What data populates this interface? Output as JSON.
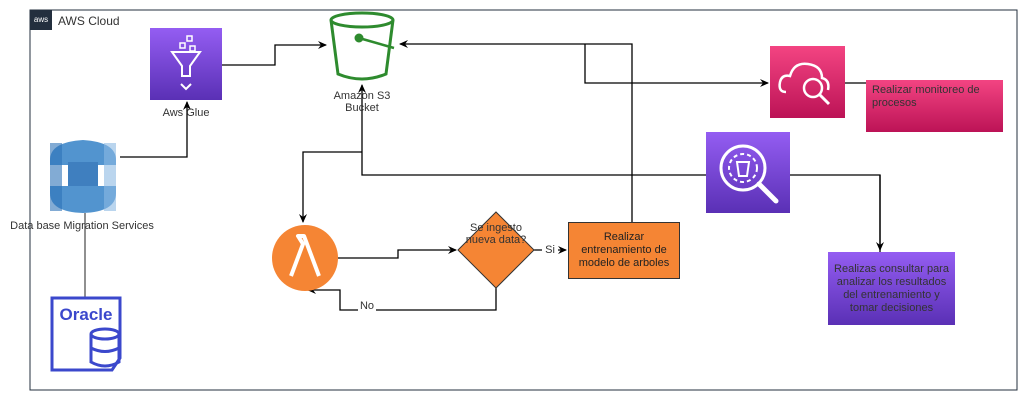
{
  "container": {
    "title": "AWS Cloud",
    "logo_text": "aws"
  },
  "nodes": {
    "glue": {
      "label": "Aws Glue",
      "icon": "aws-glue-icon"
    },
    "s3": {
      "label_line1": "Amazon S3",
      "label_line2": "Bucket",
      "icon": "s3-bucket-icon"
    },
    "dms": {
      "label": "Data base Migration Services",
      "icon": "dms-icon"
    },
    "oracle": {
      "label": "Oracle",
      "icon": "oracle-database-icon"
    },
    "lambda": {
      "icon": "lambda-icon"
    },
    "decision": {
      "label_line1": "Se ingesto",
      "label_line2": "nueva data?"
    },
    "training": {
      "label": "Realizar entrenamiento de modelo de arboles"
    },
    "monitor_icon": {
      "icon": "cloudwatch-icon"
    },
    "monitor": {
      "label": "Realizar monitoreo de procesos"
    },
    "athena": {
      "icon": "athena-icon"
    },
    "analysis": {
      "label": "Realizas consultar para analizar los resultados del entrenamiento y tomar decisiones"
    }
  },
  "edges": {
    "yes_label": "Si",
    "no_label": "No"
  },
  "colors": {
    "glue": "#7b3fe4",
    "s3": "#2e8b2e",
    "lambda": "#f58534",
    "decision": "#f58534",
    "monitor": "#e7157b",
    "analysis": "#7b3fe4",
    "oracle": "#3b48cc",
    "dms": "#5294cf"
  }
}
